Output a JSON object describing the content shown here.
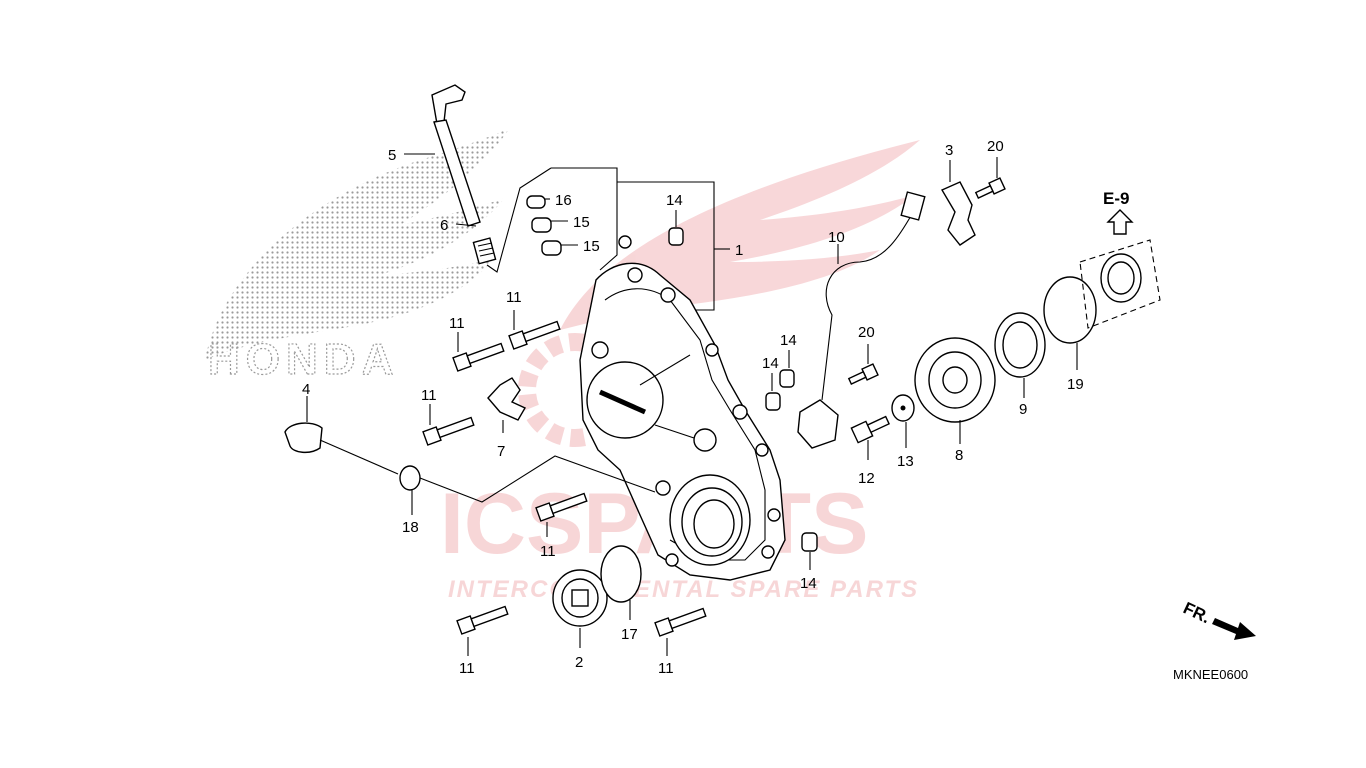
{
  "diagram": {
    "callouts": [
      {
        "id": "c1",
        "text": "1"
      },
      {
        "id": "c2",
        "text": "2"
      },
      {
        "id": "c3",
        "text": "3"
      },
      {
        "id": "c4",
        "text": "4"
      },
      {
        "id": "c5",
        "text": "5"
      },
      {
        "id": "c6",
        "text": "6"
      },
      {
        "id": "c7",
        "text": "7"
      },
      {
        "id": "c8",
        "text": "8"
      },
      {
        "id": "c9",
        "text": "9"
      },
      {
        "id": "c10",
        "text": "10"
      },
      {
        "id": "c11a",
        "text": "11"
      },
      {
        "id": "c11b",
        "text": "11"
      },
      {
        "id": "c11c",
        "text": "11"
      },
      {
        "id": "c11d",
        "text": "11"
      },
      {
        "id": "c11e",
        "text": "11"
      },
      {
        "id": "c11f",
        "text": "11"
      },
      {
        "id": "c12",
        "text": "12"
      },
      {
        "id": "c13",
        "text": "13"
      },
      {
        "id": "c14a",
        "text": "14"
      },
      {
        "id": "c14b",
        "text": "14"
      },
      {
        "id": "c14c",
        "text": "14"
      },
      {
        "id": "c14d",
        "text": "14"
      },
      {
        "id": "c15a",
        "text": "15"
      },
      {
        "id": "c15b",
        "text": "15"
      },
      {
        "id": "c16",
        "text": "16"
      },
      {
        "id": "c17",
        "text": "17"
      },
      {
        "id": "c18",
        "text": "18"
      },
      {
        "id": "c19",
        "text": "19"
      },
      {
        "id": "c20a",
        "text": "20"
      },
      {
        "id": "c20b",
        "text": "20"
      }
    ],
    "reference": "E-9",
    "front_marker": "FR.",
    "diagram_code": "MKNEE0600"
  },
  "watermark": {
    "brand": "HONDA",
    "logo_text": "ICSPARTS",
    "tagline": "INTERCONTINENTAL SPARE PARTS",
    "brand_color": "#d8202a"
  }
}
